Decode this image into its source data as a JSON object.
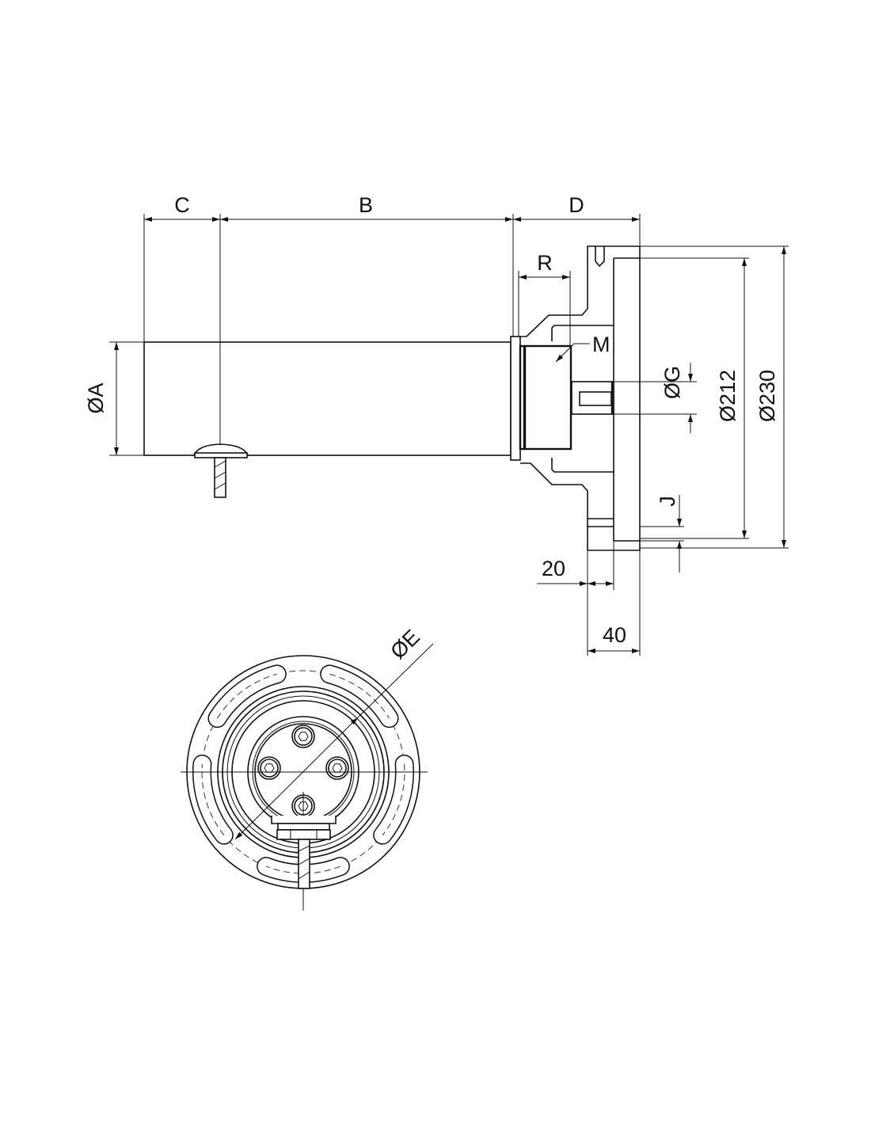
{
  "drawing": {
    "side_view": {
      "dimensions": {
        "c": "C",
        "b": "B",
        "d": "D",
        "r": "R",
        "m": "M",
        "dia_a": "ØA",
        "dia_g": "ØG",
        "dia_212": "Ø212",
        "dia_230": "Ø230",
        "j": "J",
        "w20": "20",
        "w40": "40"
      }
    },
    "end_view": {
      "dimensions": {
        "dia_e": "ØE"
      }
    }
  }
}
